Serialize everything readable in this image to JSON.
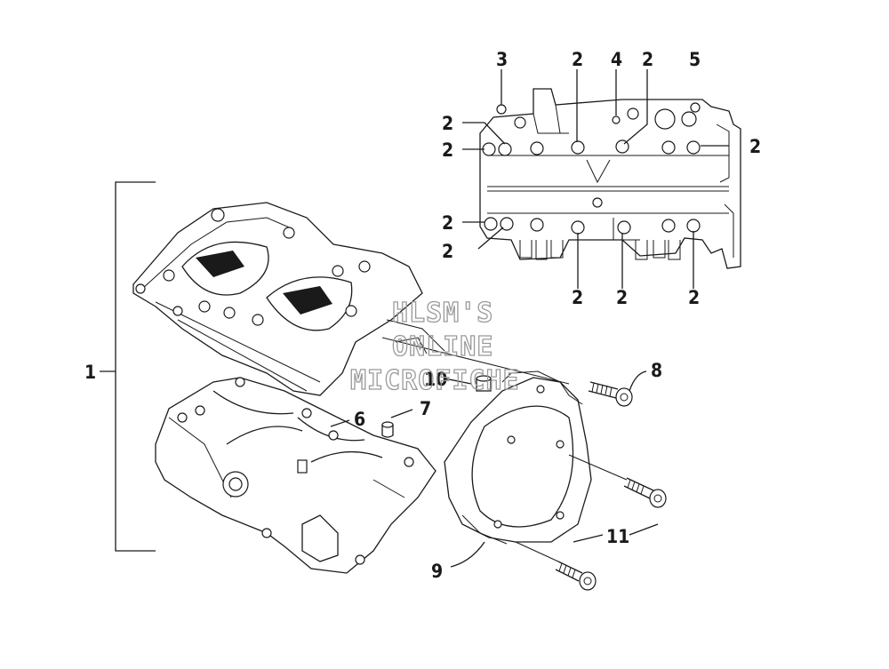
{
  "callouts": {
    "c1": "1",
    "c2": "2",
    "c3": "3",
    "c4": "4",
    "c5": "5",
    "c6": "6",
    "c7": "7",
    "c8": "8",
    "c9": "9",
    "c10": "10",
    "c11": "11"
  },
  "watermark": {
    "line1": "HLSM'S",
    "line2": "ONLINE",
    "line3": "MICROFICHE"
  },
  "colors": {
    "ink": "#1a1a1a",
    "watermark": "#9a9a9a",
    "background": "#ffffff"
  }
}
